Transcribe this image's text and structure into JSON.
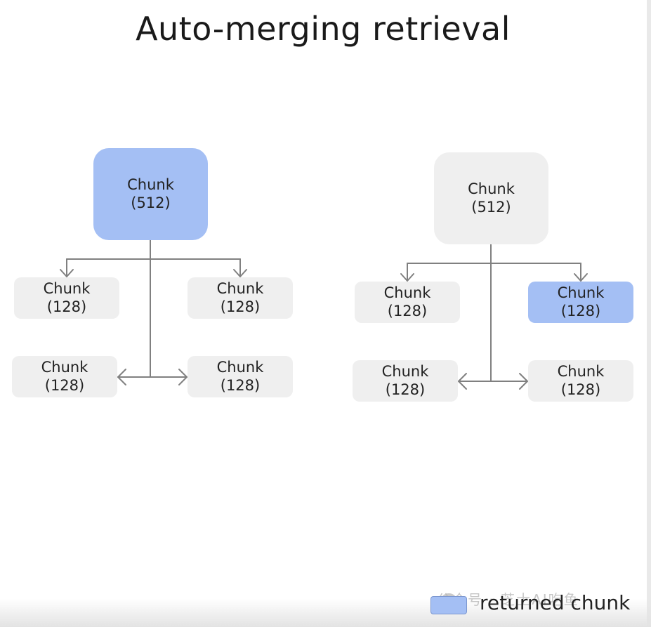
{
  "title": "Auto-merging retrieval",
  "colors": {
    "highlight": "#a4bff4",
    "box": "#efefef",
    "line": "#808080"
  },
  "left_tree": {
    "parent": {
      "label": "Chunk\n(512)",
      "state": "returned"
    },
    "children": [
      {
        "label": "Chunk\n(128)",
        "state": "normal"
      },
      {
        "label": "Chunk\n(128)",
        "state": "normal"
      },
      {
        "label": "Chunk\n(128)",
        "state": "normal"
      },
      {
        "label": "Chunk\n(128)",
        "state": "normal"
      }
    ]
  },
  "right_tree": {
    "parent": {
      "label": "Chunk\n(512)",
      "state": "normal"
    },
    "children": [
      {
        "label": "Chunk\n(128)",
        "state": "normal"
      },
      {
        "label": "Chunk\n(128)",
        "state": "returned"
      },
      {
        "label": "Chunk\n(128)",
        "state": "normal"
      },
      {
        "label": "Chunk\n(128)",
        "state": "normal"
      }
    ]
  },
  "legend": {
    "label": "returned chunk"
  },
  "watermark": {
    "text": "公众号 · 芝士AI吃鱼",
    "icon": "wechat-icon"
  }
}
